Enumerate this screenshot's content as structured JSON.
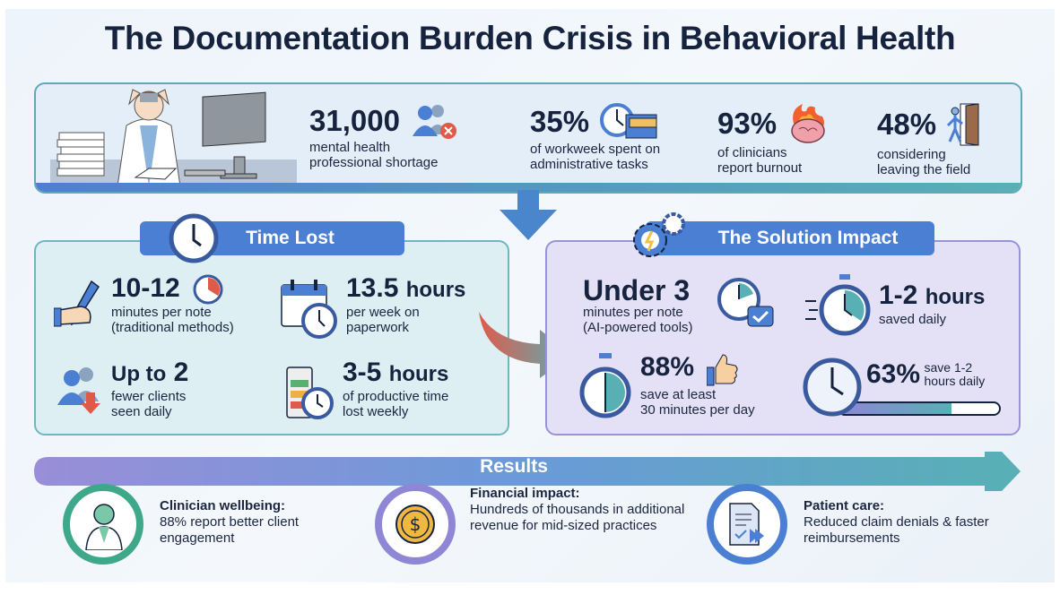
{
  "title": "The Documentation Burden Crisis in Behavioral Health",
  "top_stats": [
    {
      "value": "31,000",
      "line1": "mental health",
      "line2": "professional shortage",
      "icon": "users-x-icon"
    },
    {
      "value": "35%",
      "line1": "of workweek spent on",
      "line2": "administrative tasks",
      "icon": "clock-folder-icon"
    },
    {
      "value": "93%",
      "line1": "of clinicians",
      "line2": "report burnout",
      "icon": "burning-brain-icon"
    },
    {
      "value": "48%",
      "line1": "considering",
      "line2": "leaving the field",
      "icon": "exit-door-icon"
    }
  ],
  "time_lost": {
    "header": "Time Lost",
    "items": [
      {
        "value": "10-12",
        "unit": "",
        "line1": "minutes per note",
        "line2": "(traditional methods)",
        "icon": "hand-writing-icon"
      },
      {
        "value": "13.5",
        "unit": "hours",
        "line1": "per week on",
        "line2": "paperwork",
        "icon": "calendar-clock-icon"
      },
      {
        "prefix": "Up to",
        "value": "2",
        "line1": "fewer clients",
        "line2": "seen daily",
        "icon": "users-down-icon"
      },
      {
        "value": "3-5",
        "unit": "hours",
        "line1": "of productive time",
        "line2": "lost weekly",
        "icon": "battery-stopwatch-icon"
      }
    ]
  },
  "solution": {
    "header": "The Solution Impact",
    "items": [
      {
        "value": "Under 3",
        "line1": "minutes per note",
        "line2": "(AI-powered tools)",
        "icon": "clock-check-icon"
      },
      {
        "value": "1-2",
        "unit": "hours",
        "line1": "saved daily",
        "line2": "",
        "icon": "stopwatch-fast-icon"
      },
      {
        "value": "88%",
        "line1": "save at least",
        "line2": "30 minutes per day",
        "icon": "thumbs-up-icon"
      },
      {
        "value": "63%",
        "line1": "save 1-2",
        "line2": "hours daily",
        "icon": "clock-icon",
        "progress": 63
      }
    ]
  },
  "results": {
    "header": "Results",
    "items": [
      {
        "title": "Clinician wellbeing:",
        "text": "88% report better client engagement",
        "icon": "doctor-icon",
        "color": "#3fa88a"
      },
      {
        "title": "Financial impact:",
        "text": "Hundreds of thousands in additional revenue for mid-sized practices",
        "icon": "dollar-coin-icon",
        "color": "#8f86d6"
      },
      {
        "title": "Patient care:",
        "text": "Reduced claim denials & faster reimbursements",
        "icon": "document-check-icon",
        "color": "#4a7fd4"
      }
    ]
  },
  "colors": {
    "navy": "#16233f",
    "blue": "#4a7fd4",
    "teal": "#58b0b5",
    "red": "#e05a4a",
    "lavender": "#e4e0f5",
    "mint": "#ddeff2"
  }
}
